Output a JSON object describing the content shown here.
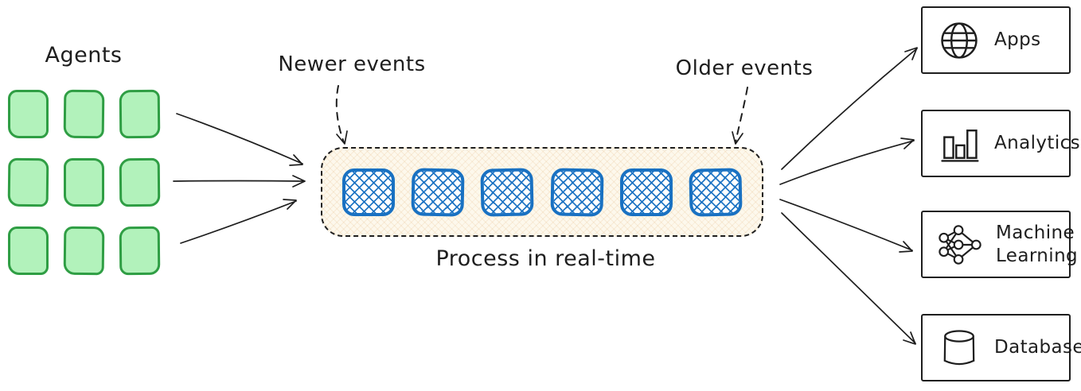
{
  "diagram": {
    "agents": {
      "label": "Agents",
      "count": 9
    },
    "stream": {
      "newer_label": "Newer events",
      "older_label": "Older events",
      "process_label": "Process in real-time",
      "event_count": 6
    },
    "destinations": [
      {
        "label": "Apps",
        "icon": "globe-icon"
      },
      {
        "label": "Analytics",
        "icon": "bar-chart-icon"
      },
      {
        "label": "Machine Learning",
        "icon": "neural-network-icon"
      },
      {
        "label": "Database",
        "icon": "database-icon"
      }
    ],
    "colors": {
      "agent_fill": "#b2f2bb",
      "agent_border": "#2f9e44",
      "event_blue": "#1971c2",
      "stream_background": "#fdf8ec",
      "ink": "#1e1e1e"
    }
  }
}
